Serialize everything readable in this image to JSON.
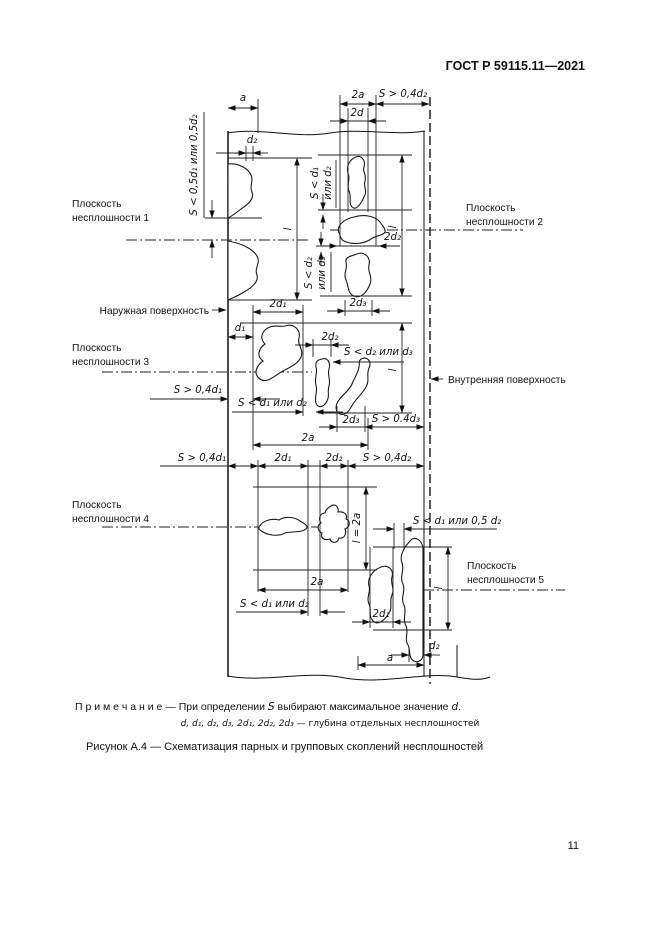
{
  "page": {
    "header": "ГОСТ Р 59115.11—2021",
    "page_number": "11"
  },
  "note": {
    "label": "П р и м е ч а н и е",
    "t1": " — При определении ",
    "v1": "S",
    "t2": " выбирают максимальное значение ",
    "v2": "d",
    "t3": "."
  },
  "legend": {
    "vars": "d, d₁, d₂, d₃, 2d₁, 2d₂, 2d₃",
    "text": " — глубина отдельных несплошностей"
  },
  "caption": "Рисунок А.4 — Схематизация парных и групповых скоплений несплошностей",
  "diagram": {
    "surfaces": {
      "outer": "Наружная поверхность",
      "inner": "Внутренняя поверхность"
    },
    "planes": {
      "p1": [
        "Плоскость",
        "несплошности 1"
      ],
      "p2": [
        "Плоскость",
        "несплошности 2"
      ],
      "p3": [
        "Плоскость",
        "несплошности 3"
      ],
      "p4": [
        "Плоскость",
        "несплошности 4"
      ],
      "p5": [
        "Плоскость",
        "несплошности 5"
      ]
    },
    "dims": {
      "a_top": "a",
      "d2_top": "d₂",
      "s_half_rot": "S < 0,5d₁ или 0,5d₂",
      "l1": "l",
      "two_a_top": "2a",
      "two_d_top": "2d",
      "s04d2_top": "S > 0,4d₂",
      "s_lt_d1_line1": "S < d₁",
      "s_lt_d1_line2": "или d₂",
      "two_d2_p2": "2d₂",
      "l2": "l",
      "s_lt_d2_line1": "S < d₂",
      "s_lt_d2_line2": "или d₃",
      "two_d3_p2": "2d₃",
      "two_d1_p3": "2d₁",
      "d1_p3": "d₁",
      "s04d1_p3": "S > 0,4d₁",
      "s_lt_d1_ili_d2_p3": "S < d₁ или d₂",
      "two_d2_p3": "2d₂",
      "s_lt_d2_ili_d3_p3": "S < d₂ или d₃",
      "l3": "l",
      "two_d3_p3": "2d₃",
      "s04d3_p3": "S > 0.4d₃",
      "two_a_p3": "2a",
      "s04d1_p4": "S > 0,4d₁",
      "two_d1_p4": "2d₁",
      "two_d2_p4": "2d₂",
      "s04d2_p4": "S > 0,4d₂",
      "l_eq_2a_p4": "l = 2a",
      "two_a_p4": "2a",
      "s_lt_d1_ili_d2_p4": "S < d₁ или d₂",
      "s_lt_d1_ili_05d2_p5": "S < d₁ или 0,5 d₂",
      "two_d1_p5": "2d₁",
      "l5": "l",
      "d2_p5": "d₂",
      "a_p5": "a"
    }
  }
}
